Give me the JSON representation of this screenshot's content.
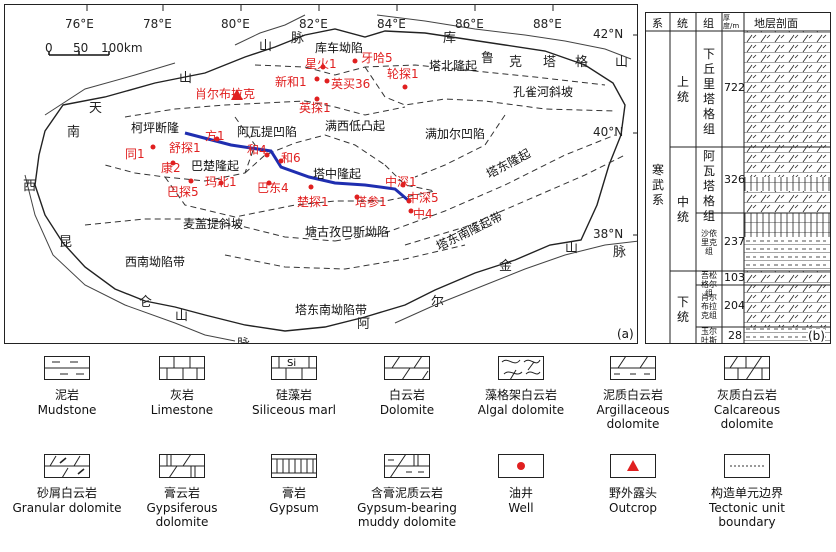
{
  "map": {
    "lon_labels": [
      "76°E",
      "78°E",
      "80°E",
      "82°E",
      "84°E",
      "86°E",
      "88°E"
    ],
    "lat_labels": [
      "42°N",
      "40°N",
      "38°N"
    ],
    "scale": {
      "ticks": [
        "0",
        "50",
        "100km"
      ]
    },
    "panel_label": "(a)",
    "mountains": [
      "天",
      "山",
      "脉",
      "库",
      "鲁",
      "克",
      "塔",
      "格",
      "山",
      "山",
      "南",
      "西",
      "昆",
      "仑",
      "山",
      "脉",
      "阿",
      "尔",
      "金",
      "山",
      "脉"
    ],
    "units": [
      "库车坳陷",
      "塔北隆起",
      "孔雀河斜坡",
      "柯坪断隆",
      "阿瓦提凹陷",
      "满西低凸起",
      "满加尔凹陷",
      "巴楚隆起",
      "塔中隆起",
      "塔东隆起",
      "麦盖提斜坡",
      "塘古孜巴斯坳陷",
      "塔东南隆起带",
      "西南坳陷带",
      "塔东南坳陷带"
    ],
    "wells": [
      "星火1",
      "新和1",
      "英买36",
      "轮探1",
      "英探1",
      "方1",
      "舒探1",
      "同1",
      "康2",
      "和4",
      "和6",
      "巴探5",
      "玛北1",
      "巴东4",
      "楚探1",
      "塔参1",
      "中深1",
      "中深5",
      "中4",
      "牙哈5"
    ],
    "outcrops": [
      "肖尔布拉克"
    ]
  },
  "strat": {
    "headers": [
      "系",
      "统",
      "组",
      "厚度/m",
      "地层剖面"
    ],
    "system": "寒武系",
    "series": [
      "上统",
      "中统",
      "下统"
    ],
    "formations": [
      "下丘里塔格组",
      "阿瓦塔格组",
      "沙依里克组",
      "吾松格尔组",
      "肖尔布拉克组",
      "玉尔吐斯组"
    ],
    "thickness": [
      "722",
      "326",
      "237",
      "103",
      "204",
      "28"
    ],
    "panel_label": "(b)"
  },
  "legend": [
    {
      "cn": "泥岩",
      "en": "Mudstone",
      "icon": "mudstone-icon"
    },
    {
      "cn": "灰岩",
      "en": "Limestone",
      "icon": "limestone-icon"
    },
    {
      "cn": "硅藻岩",
      "en": "Siliceous marl",
      "icon": "siliceous-marl-icon",
      "sym_text": "Si"
    },
    {
      "cn": "白云岩",
      "en": "Dolomite",
      "icon": "dolomite-icon"
    },
    {
      "cn": "藻格架白云岩",
      "en": "Algal dolomite",
      "icon": "algal-dolomite-icon"
    },
    {
      "cn": "泥质白云岩",
      "en": "Argillaceous dolomite",
      "icon": "argillaceous-dolomite-icon"
    },
    {
      "cn": "灰质白云岩",
      "en": "Calcareous dolomite",
      "icon": "calcareous-dolomite-icon"
    },
    {
      "cn": "砂屑白云岩",
      "en": "Granular dolomite",
      "icon": "granular-dolomite-icon"
    },
    {
      "cn": "膏云岩",
      "en": "Gypsiferous dolomite",
      "icon": "gypsiferous-dolomite-icon"
    },
    {
      "cn": "膏岩",
      "en": "Gypsum",
      "icon": "gypsum-icon"
    },
    {
      "cn": "含膏泥质云岩",
      "en": "Gypsum-bearing muddy dolomite",
      "icon": "gypsum-bearing-muddy-dolomite-icon"
    },
    {
      "cn": "油井",
      "en": "Well",
      "icon": "well-icon"
    },
    {
      "cn": "野外露头",
      "en": "Outcrop",
      "icon": "outcrop-icon"
    },
    {
      "cn": "构造单元边界",
      "en": "Tectonic unit boundary",
      "icon": "boundary-icon"
    }
  ],
  "colors": {
    "well": "#e02020",
    "section_line": "#1f2eb0",
    "boundary": "#333333"
  }
}
